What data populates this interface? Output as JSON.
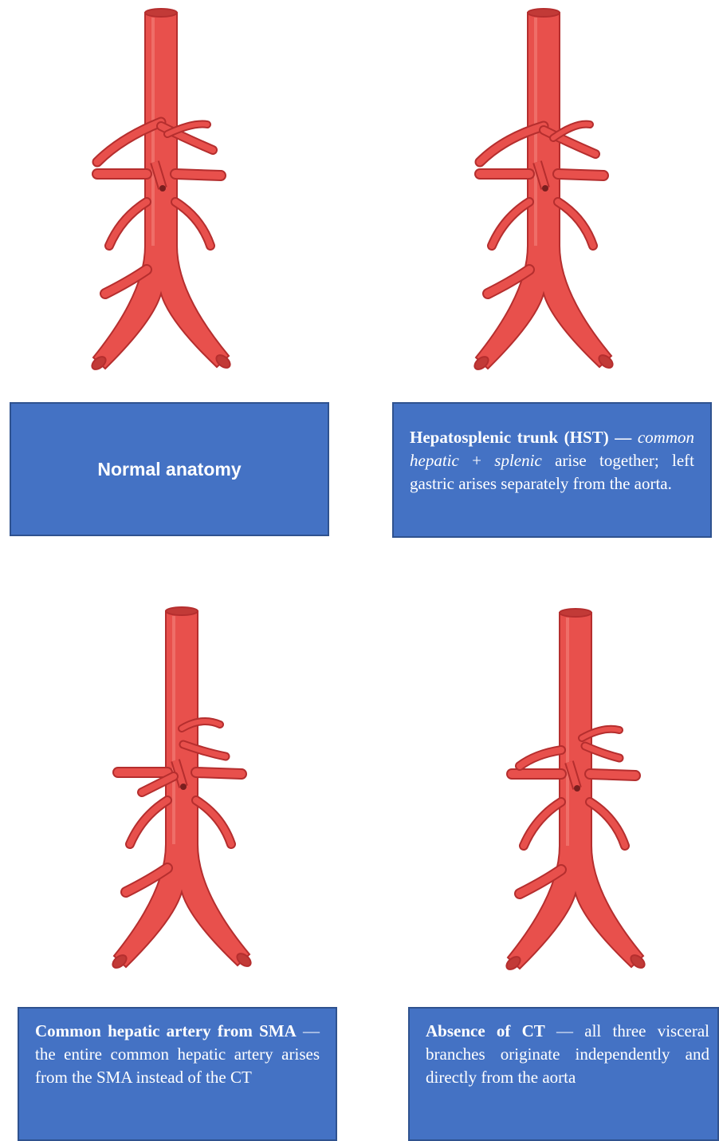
{
  "panels": {
    "normal": {
      "label": "Normal anatomy"
    },
    "hst": {
      "title": "Hepatosplenic trunk (HST) —",
      "italic_a": "common hepatic",
      "plus": " + ",
      "italic_b": "splenic",
      "rest": " arise together; left gastric arises separately from the aorta."
    },
    "cha_sma": {
      "title": "Common hepatic artery from SMA",
      "rest": " — the entire common hepatic artery arises from the SMA instead of the CT"
    },
    "absent_ct": {
      "title": "Absence of CT",
      "rest": " — all three visceral branches originate independently and directly from the aorta"
    }
  },
  "colors": {
    "artery_fill": "#E8504C",
    "artery_dark": "#B52E2E",
    "artery_light": "#F27C74",
    "box_fill": "#4472C4",
    "box_border": "#2F528F"
  }
}
